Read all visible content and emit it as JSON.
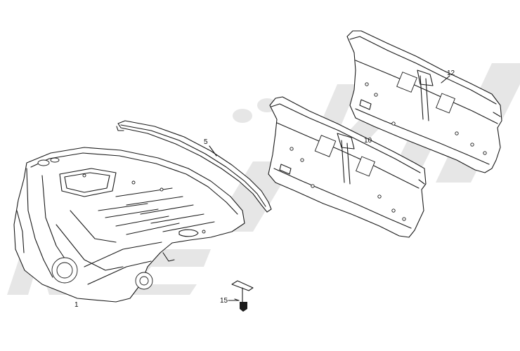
{
  "diagram": {
    "parts": [
      {
        "id": "part-1",
        "callout": "1",
        "description": "rear-floor-panel"
      },
      {
        "id": "part-5",
        "callout": "5",
        "description": "parcel-shelf-strip"
      },
      {
        "id": "part-10",
        "callout": "10",
        "description": "rear-bulkhead-panel-front"
      },
      {
        "id": "part-12",
        "callout": "12",
        "description": "rear-bulkhead-panel-rear"
      },
      {
        "id": "part-15",
        "callout": "15",
        "description": "small-bracket"
      }
    ],
    "colors": {
      "line": "#1a1a1a",
      "watermark": "#e6e6e6",
      "background": "#ffffff"
    }
  }
}
